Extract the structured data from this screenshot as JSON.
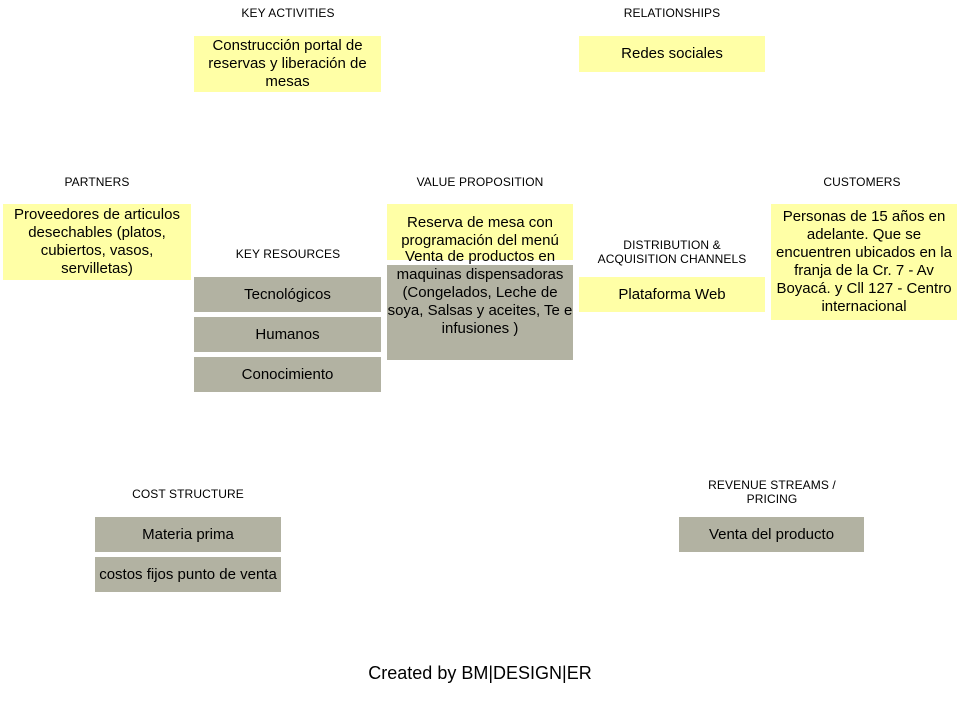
{
  "headers": {
    "key_activities": "KEY ACTIVITIES",
    "relationships": "RELATIONSHIPS",
    "partners": "PARTNERS",
    "value_proposition": "VALUE PROPOSITION",
    "customers": "CUSTOMERS",
    "key_resources": "KEY RESOURCES",
    "distribution_line1": "DISTRIBUTION  &",
    "distribution_line2": "ACQUISITION  CHANNELS",
    "cost_structure": "COST  STRUCTURE",
    "revenue_line1": "REVENUE STREAMS /",
    "revenue_line2": "PRICING"
  },
  "cards": {
    "key_activities": "Construcción portal de reservas y liberación de mesas",
    "relationships": "Redes sociales",
    "partners": "Proveedores de articulos desechables (platos, cubiertos, vasos, servilletas)",
    "value_1": "Reserva de mesa con programación del menú",
    "value_2": "Venta de productos en maquinas dispensadoras (Congelados, Leche de soya, Salsas y aceites,                Te e infusiones )",
    "customers": "Personas de 15 años en adelante. Que se encuentren ubicados en la franja de la Cr. 7 - Av Boyacá. y Cll 127 - Centro internacional",
    "distribution": "Plataforma Web",
    "resource_1": "Tecnológicos",
    "resource_2": "Humanos",
    "resource_3": "Conocimiento",
    "cost_1": "Materia prima",
    "cost_2": "costos fijos punto de venta",
    "revenue": "Venta del producto"
  },
  "footer": {
    "credit": "Created by BM|DESIGN|ER"
  },
  "colors": {
    "yellow_card": "#ffffa6",
    "gray_card": "#b2b2a2"
  }
}
